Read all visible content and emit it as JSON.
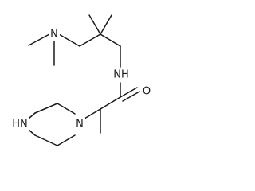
{
  "atoms": {
    "n_dimethylamino": "N",
    "n_amide": "NH",
    "o_carbonyl": "O",
    "n_piperazine_ring": "N",
    "nh_piperazine": "HN"
  },
  "colors": {
    "bond": "#1a1a1a",
    "text": "#1a1a1a",
    "background": "#ffffff"
  }
}
